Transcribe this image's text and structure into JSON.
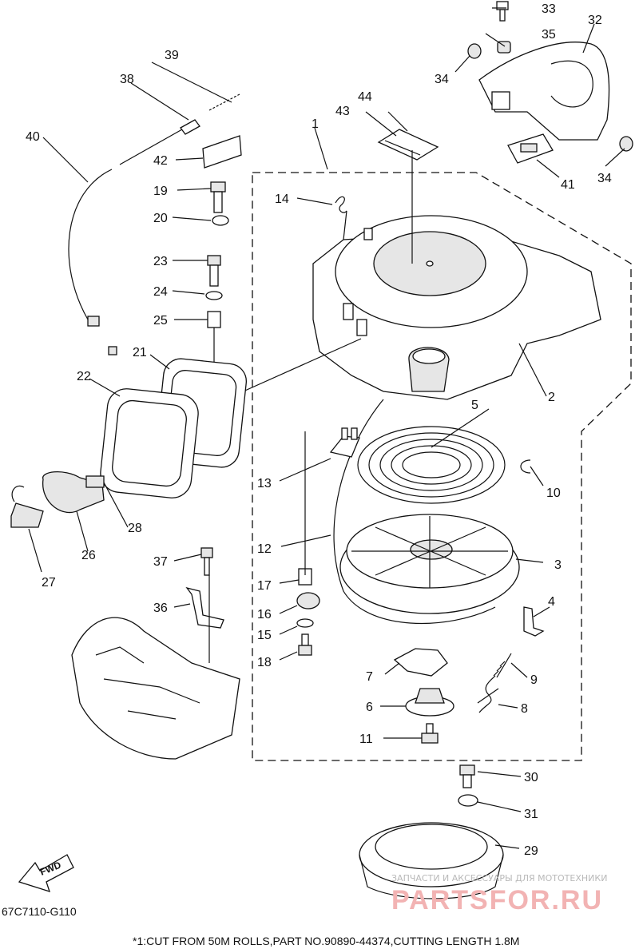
{
  "callouts": {
    "n1": "1",
    "n2": "2",
    "n3": "3",
    "n4": "4",
    "n5": "5",
    "n6": "6",
    "n7": "7",
    "n8": "8",
    "n9": "9",
    "n10": "10",
    "n11": "11",
    "n12": "12",
    "n13": "13",
    "n14": "14",
    "n15": "15",
    "n16": "16",
    "n17": "17",
    "n18": "18",
    "n19": "19",
    "n20": "20",
    "n21": "21",
    "n22": "22",
    "n23": "23",
    "n24": "24",
    "n25": "25",
    "n26": "26",
    "n27": "27",
    "n28": "28",
    "n29": "29",
    "n30": "30",
    "n31": "31",
    "n32": "32",
    "n33": "33",
    "n34": "34",
    "n34b": "34",
    "n35": "35",
    "n36": "36",
    "n37": "37",
    "n38": "38",
    "n39": "39",
    "n40": "40",
    "n41": "41",
    "n42": "42",
    "n43": "43",
    "n44": "44"
  },
  "fwd_label": "FWD",
  "diagram_code": "67C7110-G110",
  "footnote": "*1:CUT FROM 50M ROLLS,PART NO.90890-44374,CUTTING LENGTH 1.8M",
  "watermark": {
    "line1": "ЗАПЧАСТИ И АКСЕССУАРЫ ДЛЯ МОТОТЕХНИКИ",
    "line2": "PARTSFOR.RU"
  }
}
